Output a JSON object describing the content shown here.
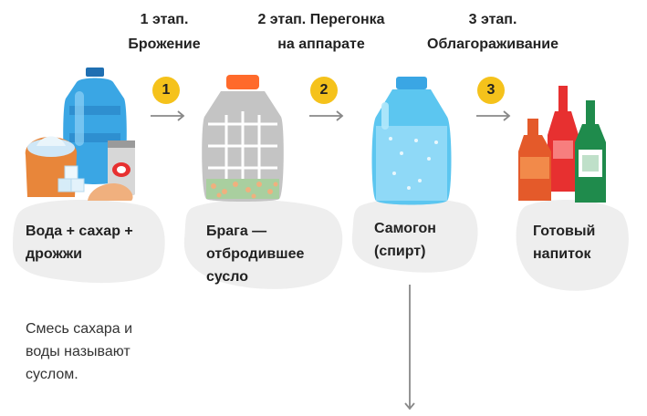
{
  "stages": [
    {
      "number": "1",
      "lines": [
        "1 этап.",
        "Брожение"
      ]
    },
    {
      "number": "2",
      "lines": [
        "2 этап. Перегонка",
        "на аппарате"
      ]
    },
    {
      "number": "3",
      "lines": [
        "3 этап.",
        "Облагораживание"
      ]
    }
  ],
  "nodes": [
    {
      "id": "water-sugar-yeast",
      "lines": [
        "Вода + сахар +",
        "дрожжи"
      ]
    },
    {
      "id": "braga",
      "lines": [
        "Брага —",
        "отбродившее",
        "сусло"
      ]
    },
    {
      "id": "samogon",
      "lines": [
        "Самогон",
        "(спирт)"
      ]
    },
    {
      "id": "ready-drink",
      "lines": [
        "Готовый",
        "напиток"
      ]
    }
  ],
  "note": {
    "lines": [
      "Смесь сахара и",
      "воды называют",
      "суслом."
    ]
  },
  "colors": {
    "badge": "#f5c21b",
    "blob": "#eeeeee",
    "arrow": "#888888",
    "water_bottle": "#3aa6e4",
    "bottle_cap": "#ff6a2b",
    "glass_jar": "#bdbdbd",
    "spirit_jar": "#5cc6f0",
    "red_bottle": "#e73030",
    "green_bottle": "#1f8b4c",
    "brown_bottle": "#e45a2a"
  }
}
